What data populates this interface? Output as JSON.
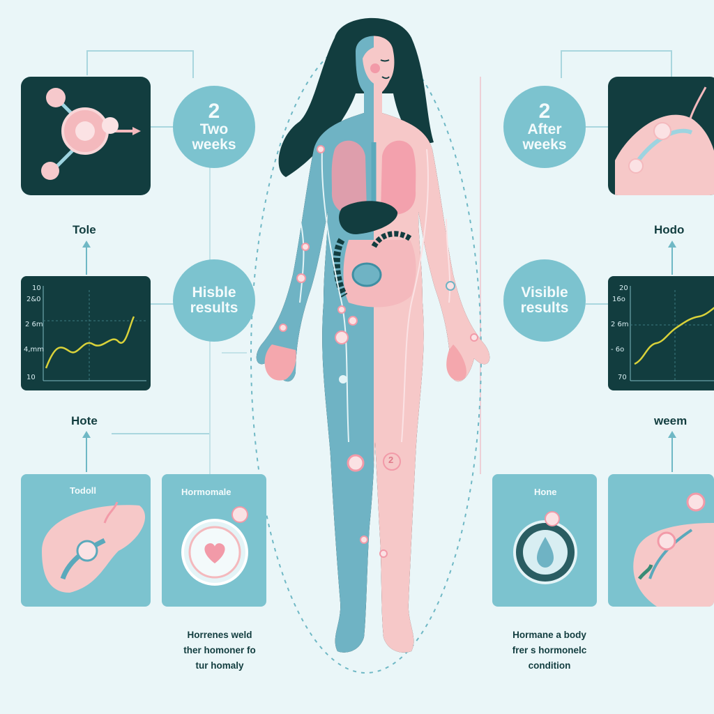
{
  "bubbles": {
    "top_left": {
      "num": "2",
      "line1": "Two",
      "line2": "weeks"
    },
    "top_right": {
      "num": "2",
      "line1": "After",
      "line2": "weeks"
    },
    "mid_left": {
      "line1": "Hisble",
      "line2": "results"
    },
    "mid_right": {
      "line1": "Visible",
      "line2": "results"
    }
  },
  "labels": {
    "left_upper": "Tole",
    "left_lower": "Hote",
    "right_upper": "Hodo",
    "right_lower": "weem"
  },
  "charts": {
    "left_ticks": [
      "10",
      "2&0",
      "2 6m",
      "4,mm",
      "10"
    ],
    "right_ticks": [
      "20",
      "16o",
      "2 6m",
      "- 6o",
      "70"
    ]
  },
  "bottom_panels": {
    "left_a": "Todoll",
    "left_b": "Hormomale",
    "right_a": "Hone"
  },
  "captions": {
    "left": [
      "Horrenes weld",
      "ther homoner fo",
      "tur homaly"
    ],
    "right": [
      "Hormane a body",
      "frer s hormonelc",
      "condition"
    ]
  },
  "figure_marker": "2",
  "colors": {
    "teal": "#7cc3cf",
    "dark": "#123d3f",
    "pink": "#f4b9bd",
    "body_blue": "#6fb3c4",
    "body_pink": "#f6c8c8",
    "chart_line": "#d9d23a"
  },
  "icons": [
    "molecule-icon",
    "heart-icon",
    "drop-icon",
    "organ-icon",
    "line-chart-icon"
  ]
}
